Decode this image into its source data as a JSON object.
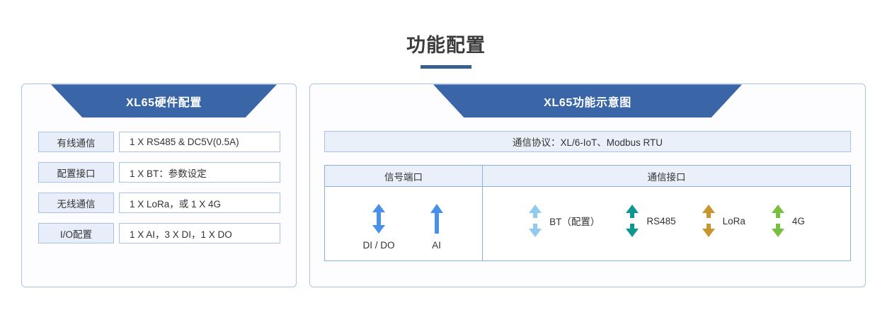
{
  "page": {
    "title": "功能配置"
  },
  "left_panel": {
    "banner_title": "XL65硬件配置",
    "rows": [
      {
        "label": "有线通信",
        "value": "1 X RS485 & DC5V(0.5A)"
      },
      {
        "label": "配置接口",
        "value": "1 X BT：参数设定"
      },
      {
        "label": "无线通信",
        "value": "1 X LoRa，或 1 X 4G"
      },
      {
        "label": "I/O配置",
        "value": "1 X AI，3 X DI，1 X DO"
      }
    ]
  },
  "right_panel": {
    "banner_title": "XL65功能示意图",
    "protocol": "通信协议：XL/6-IoT、Modbus RTU",
    "table": {
      "headers": [
        "信号端口",
        "通信接口"
      ],
      "signal_ports": [
        {
          "label": "DI / DO",
          "icon": "double-arrow-icon",
          "color": "#4a90e8",
          "direction": "bidirectional"
        },
        {
          "label": "AI",
          "icon": "up-arrow-icon",
          "color": "#4a90e8",
          "direction": "up"
        }
      ],
      "comm_ports": [
        {
          "label": "BT（配置）",
          "icon": "double-arrow-icon",
          "color": "#90caf0",
          "direction": "bidirectional"
        },
        {
          "label": "RS485",
          "icon": "double-arrow-icon",
          "color": "#0f9690",
          "direction": "bidirectional"
        },
        {
          "label": "LoRa",
          "icon": "double-arrow-icon",
          "color": "#c8962e",
          "direction": "bidirectional"
        },
        {
          "label": "4G",
          "icon": "double-arrow-icon",
          "color": "#77c043",
          "direction": "bidirectional"
        }
      ]
    }
  },
  "colors": {
    "banner_blue": "#3a66a7",
    "panel_border": "#a8c4ea",
    "cell_border": "#a9c3e8",
    "label_bg": "#e7eef9",
    "underline": "#35608f"
  }
}
